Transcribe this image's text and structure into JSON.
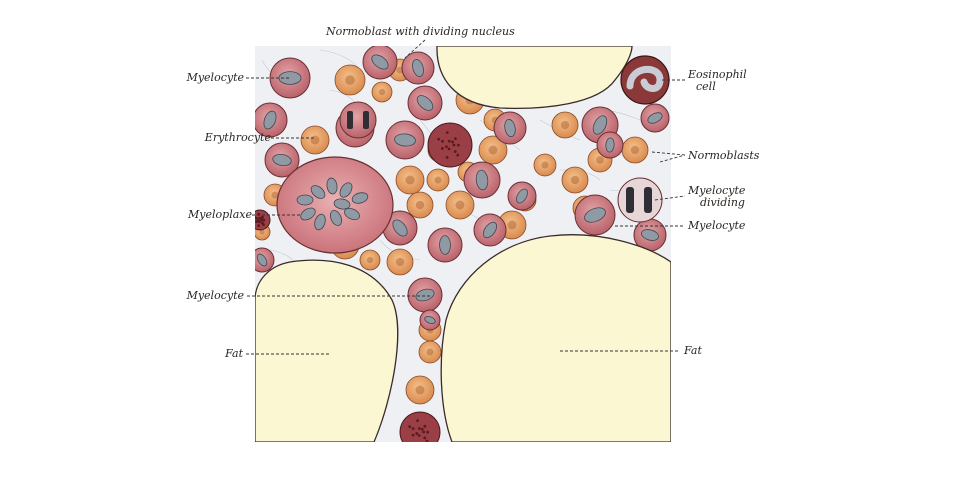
{
  "diagram": {
    "labels": {
      "normoblast_dividing": "Normoblast with dividing nucleus",
      "myelocyte_top": "Myelocyte",
      "erythrocyte": "Erythrocyte",
      "myeloplaxe": "Myeloplaxe",
      "myelocyte_left_bottom": "Myelocyte",
      "fat_left": "Fat",
      "eosinophil_1": "Eosinophil",
      "eosinophil_2": "cell",
      "normoblasts": "Normoblasts",
      "myelocyte_dividing_1": "Myelocyte",
      "myelocyte_dividing_2": "dividing",
      "myelocyte_right": "Myelocyte",
      "fat_right": "Fat"
    },
    "colors": {
      "fat": "#fbf7d2",
      "fat_edge": "#3a2a2a",
      "stroma": "#eef0f4",
      "erythrocyte": "#e8a265",
      "myelocyte": "#cf8186",
      "myeloplaxe": "#d8868c",
      "nucleus": "#8f9aa4",
      "eosinophil": "#8a3838"
    }
  }
}
